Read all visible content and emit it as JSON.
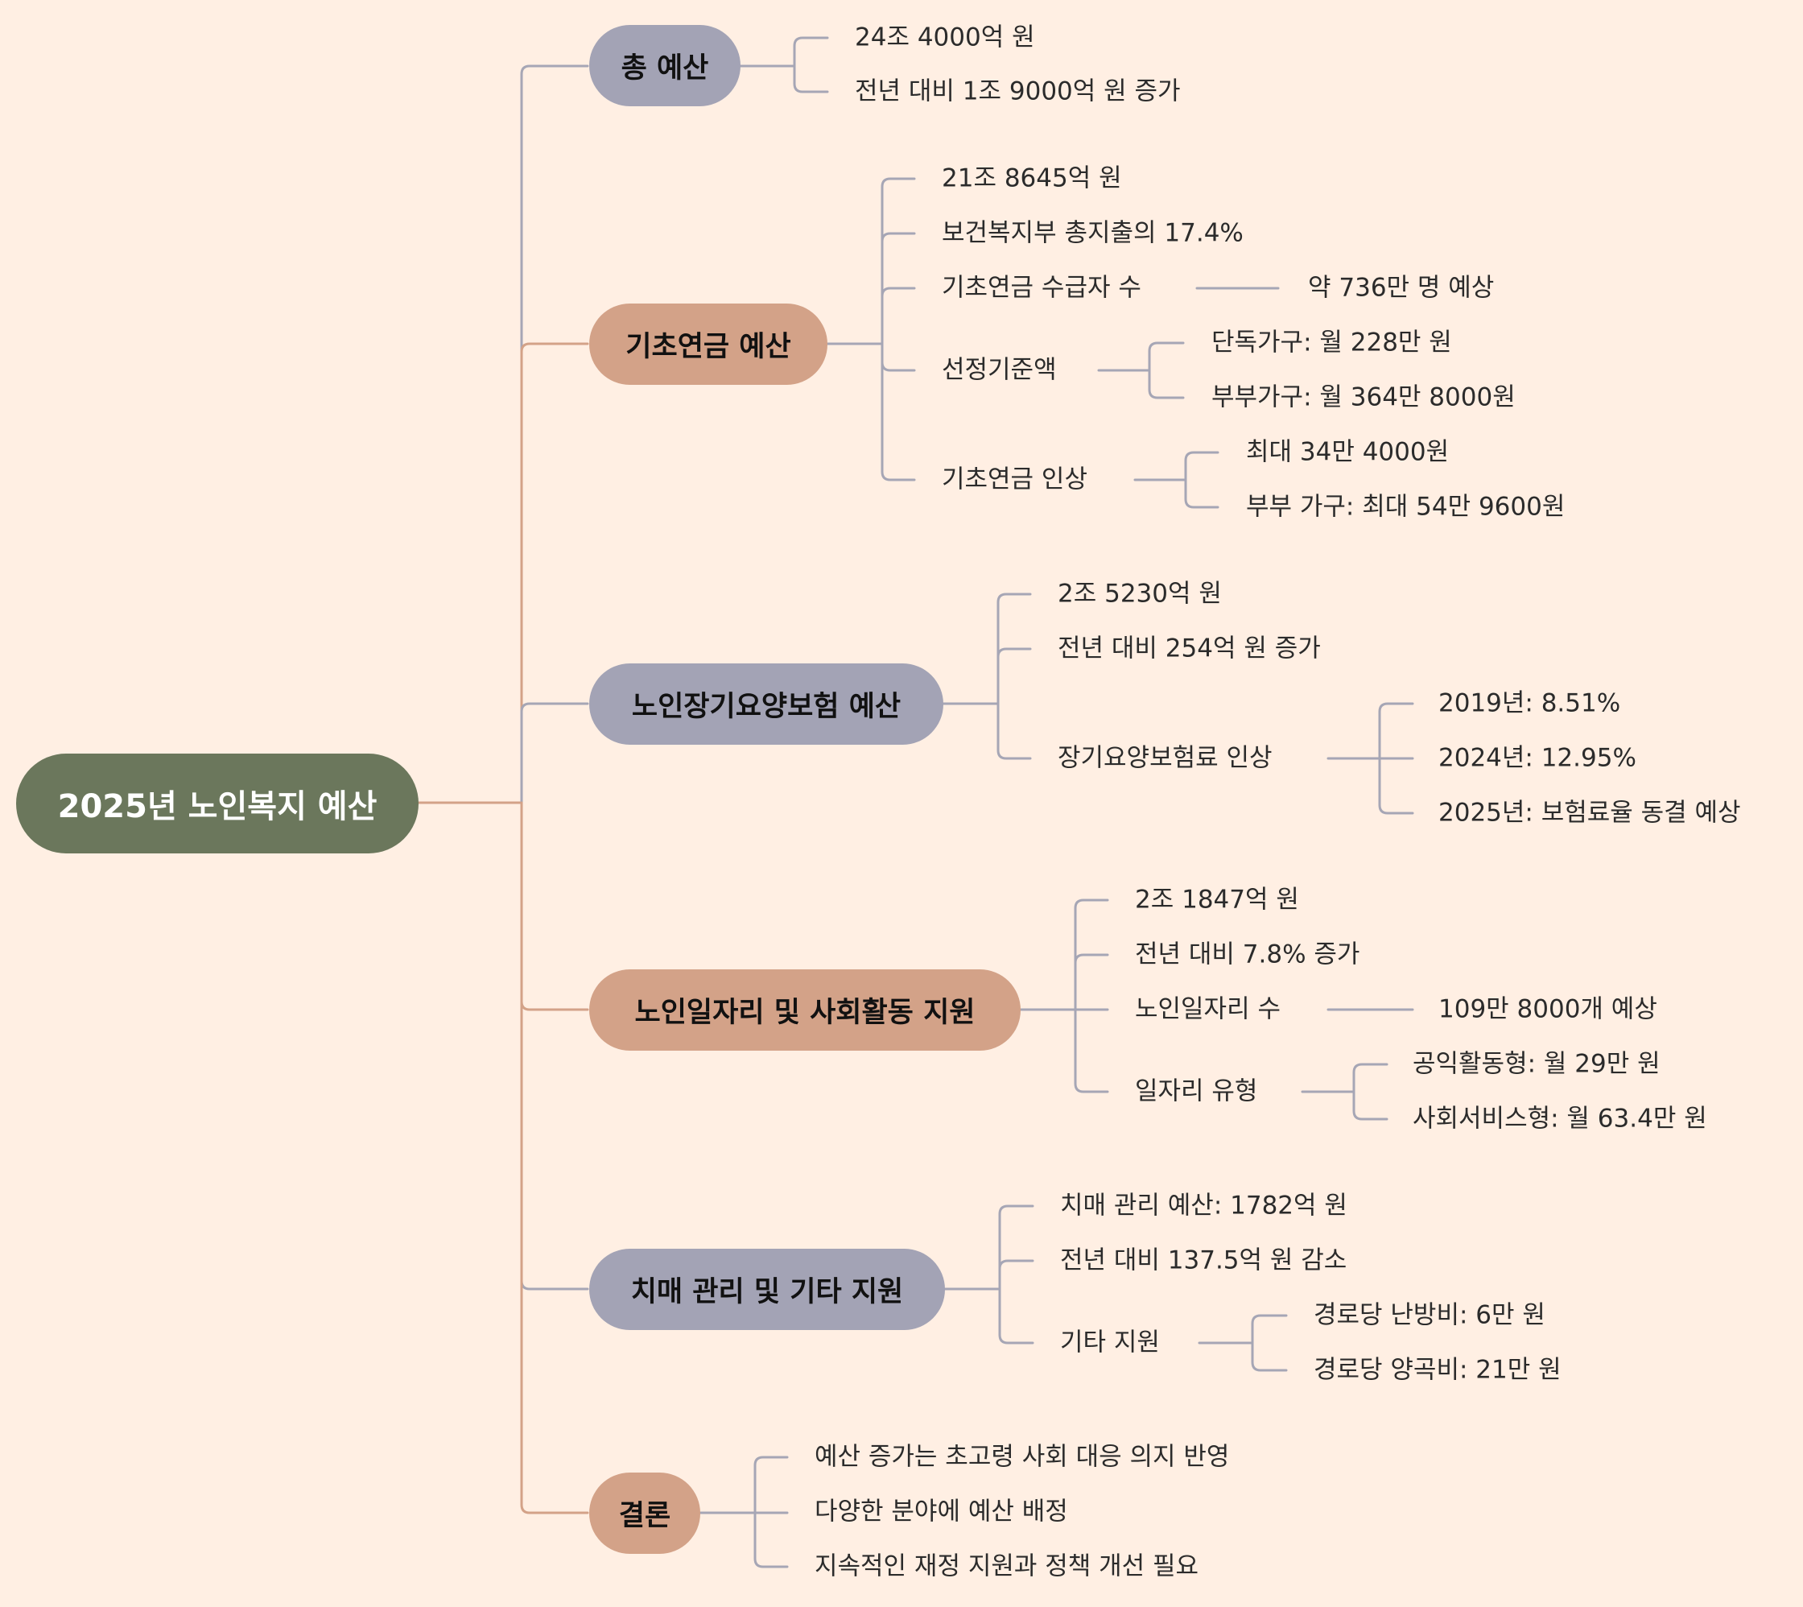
{
  "colors": {
    "background": "#FFEFE3",
    "root": "#6B775C",
    "branch_gray": "#A3A3B5",
    "branch_tan": "#D3A288",
    "line_gray": "#A6A6B5",
    "line_tan": "#D3A288"
  },
  "root": "2025년 노인복지 예산",
  "branches": [
    {
      "label": "총 예산",
      "items": [
        "24조 4000억 원",
        "전년 대비 1조 9000억 원 증가"
      ]
    },
    {
      "label": "기초연금 예산",
      "items": [
        "21조 8645억 원",
        "보건복지부 총지출의 17.4%",
        {
          "label": "기초연금 수급자 수",
          "children": [
            "약 736만 명 예상"
          ]
        },
        {
          "label": "선정기준액",
          "children": [
            "단독가구: 월 228만 원",
            "부부가구: 월 364만 8000원"
          ]
        },
        {
          "label": "기초연금 인상",
          "children": [
            "최대 34만 4000원",
            "부부 가구: 최대 54만 9600원"
          ]
        }
      ]
    },
    {
      "label": "노인장기요양보험 예산",
      "items": [
        "2조 5230억 원",
        "전년 대비 254억 원 증가",
        {
          "label": "장기요양보험료 인상",
          "children": [
            "2019년: 8.51%",
            "2024년: 12.95%",
            "2025년: 보험료율 동결 예상"
          ]
        }
      ]
    },
    {
      "label": "노인일자리 및 사회활동 지원",
      "items": [
        "2조 1847억 원",
        "전년 대비 7.8% 증가",
        {
          "label": "노인일자리 수",
          "children": [
            "109만 8000개 예상"
          ]
        },
        {
          "label": "일자리 유형",
          "children": [
            "공익활동형: 월 29만 원",
            "사회서비스형: 월 63.4만 원"
          ]
        }
      ]
    },
    {
      "label": "치매 관리 및 기타 지원",
      "items": [
        "치매 관리 예산: 1782억 원",
        "전년 대비 137.5억 원 감소",
        {
          "label": "기타 지원",
          "children": [
            "경로당 난방비: 6만 원",
            "경로당 양곡비: 21만 원"
          ]
        }
      ]
    },
    {
      "label": "결론",
      "items": [
        "예산 증가는 초고령 사회 대응 의지 반영",
        "다양한 분야에 예산 배정",
        "지속적인 재정 지원과 정책 개선 필요"
      ]
    }
  ]
}
